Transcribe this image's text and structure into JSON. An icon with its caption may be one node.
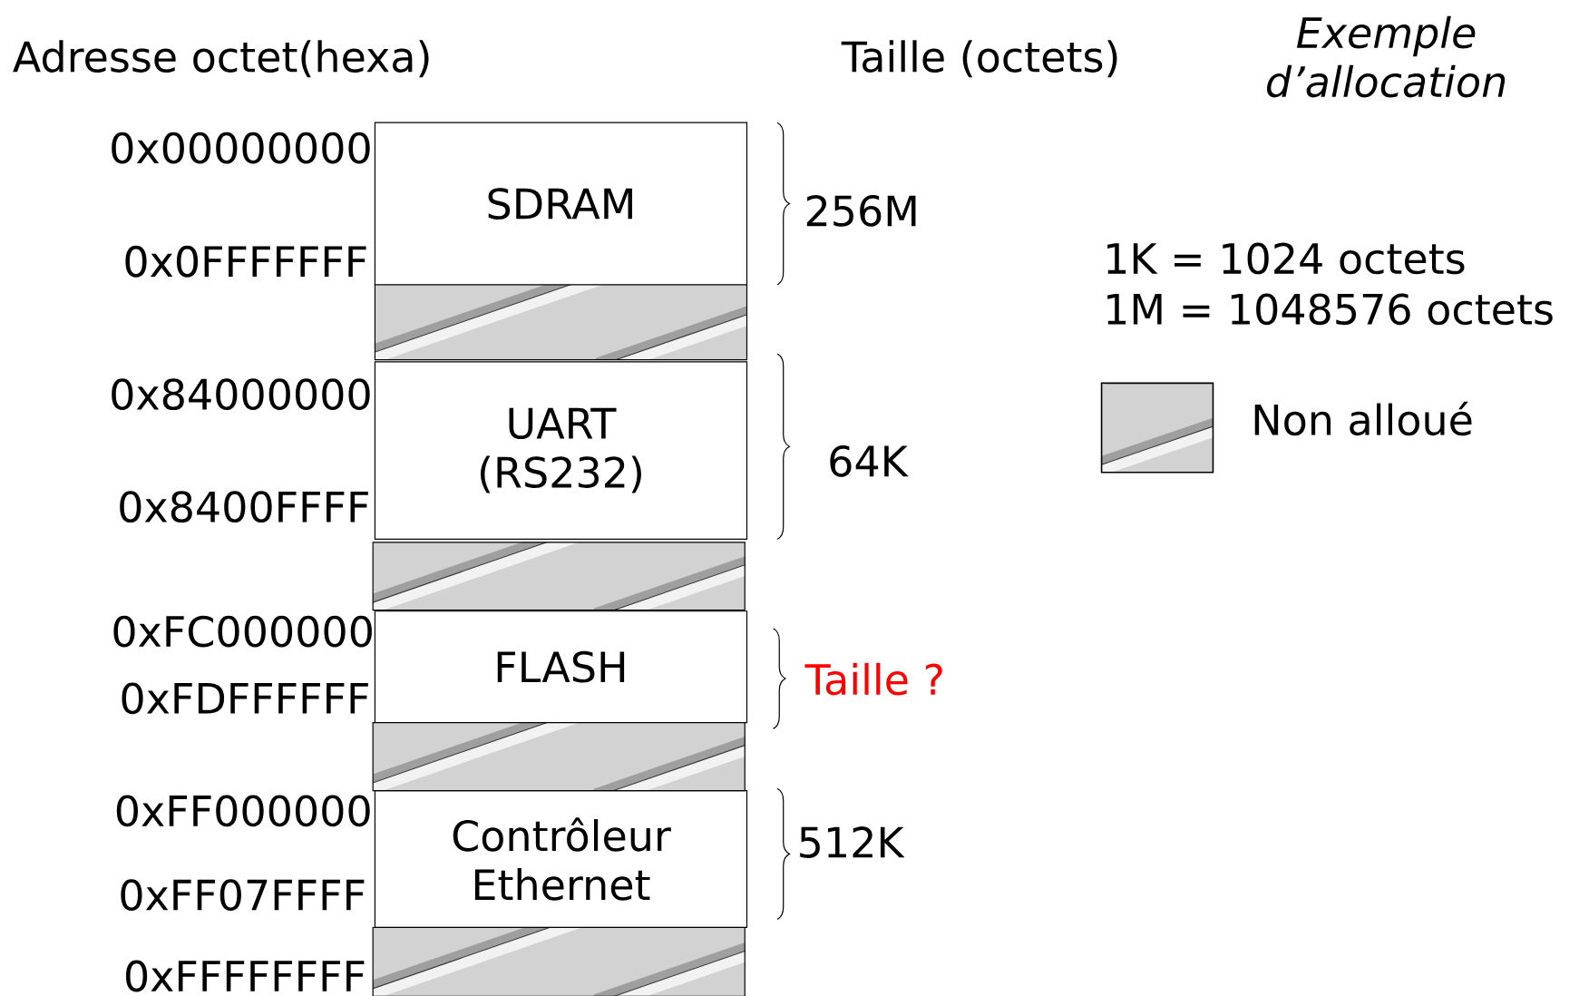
{
  "diagram": {
    "title": "Exemple d’allocation",
    "nodes": [
      {
        "text": [
          "SDRAM"
        ]
      },
      {
        "text": [],
        "shape": "box"
      },
      {
        "text": [
          "UART (RS232)"
        ]
      },
      {
        "text": [],
        "shape": "box"
      },
      {
        "text": [
          "FLASH"
        ]
      },
      {
        "text": [],
        "shape": "box"
      },
      {
        "text": [
          "Contrôleur Ethernet"
        ]
      },
      {
        "text": [],
        "shape": "box"
      }
    ],
    "labels": [
      "Adresse octet(hexa)",
      "Taille (octets)",
      "0x00000000",
      "0x0FFFFFFF",
      "0x84000000",
      "0x8400FFFF",
      "0xFC000000",
      "0xFDFFFFFF",
      "0xFF000000",
      "0xFF07FFFF",
      "0xFFFFFFFF",
      "256M",
      "64K",
      "Taille ?",
      "512K",
      "1K = 1024 octets",
      "1M = 1048576 octets"
    ],
    "legend": [
      {
        "text": "Non alloué"
      }
    ]
  }
}
